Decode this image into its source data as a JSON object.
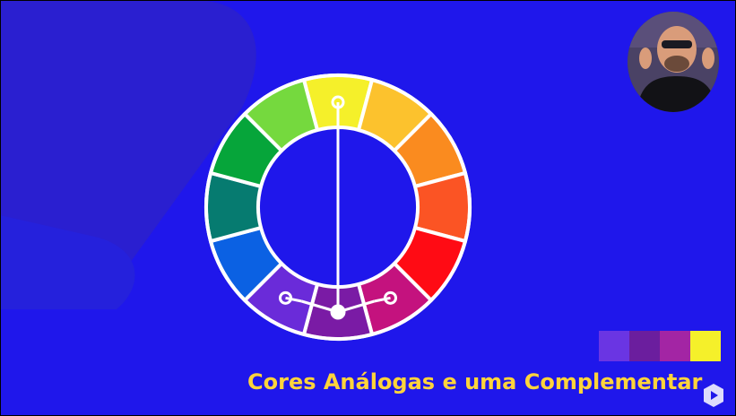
{
  "slide": {
    "caption": "Cores Análogas e uma Complementar",
    "caption_color": "#FFD43B",
    "background_color": "#1F17EB",
    "background_shape_color": "#2A1FD0"
  },
  "color_wheel": {
    "segment_colors": [
      "#F5F02A",
      "#FCC22D",
      "#FA8B1F",
      "#FB5424",
      "#FF0B14",
      "#C4127E",
      "#7A1BA5",
      "#6A2BD9",
      "#0B61E3",
      "#067B70",
      "#06A53A",
      "#75D93E"
    ],
    "ring_stroke_color": "#FFFFFF",
    "selector_markers": [
      "yellow-segment",
      "violet-segment",
      "purple-segment",
      "magenta-segment"
    ]
  },
  "swatches": [
    {
      "name": "violet",
      "color": "#6A35E3"
    },
    {
      "name": "purple",
      "color": "#6B1E9E"
    },
    {
      "name": "magenta",
      "color": "#A325A4"
    },
    {
      "name": "yellow",
      "color": "#F5F02A"
    }
  ],
  "webcam": {
    "icon": "presenter-video"
  },
  "brand": {
    "icon": "platform-logo-icon"
  }
}
